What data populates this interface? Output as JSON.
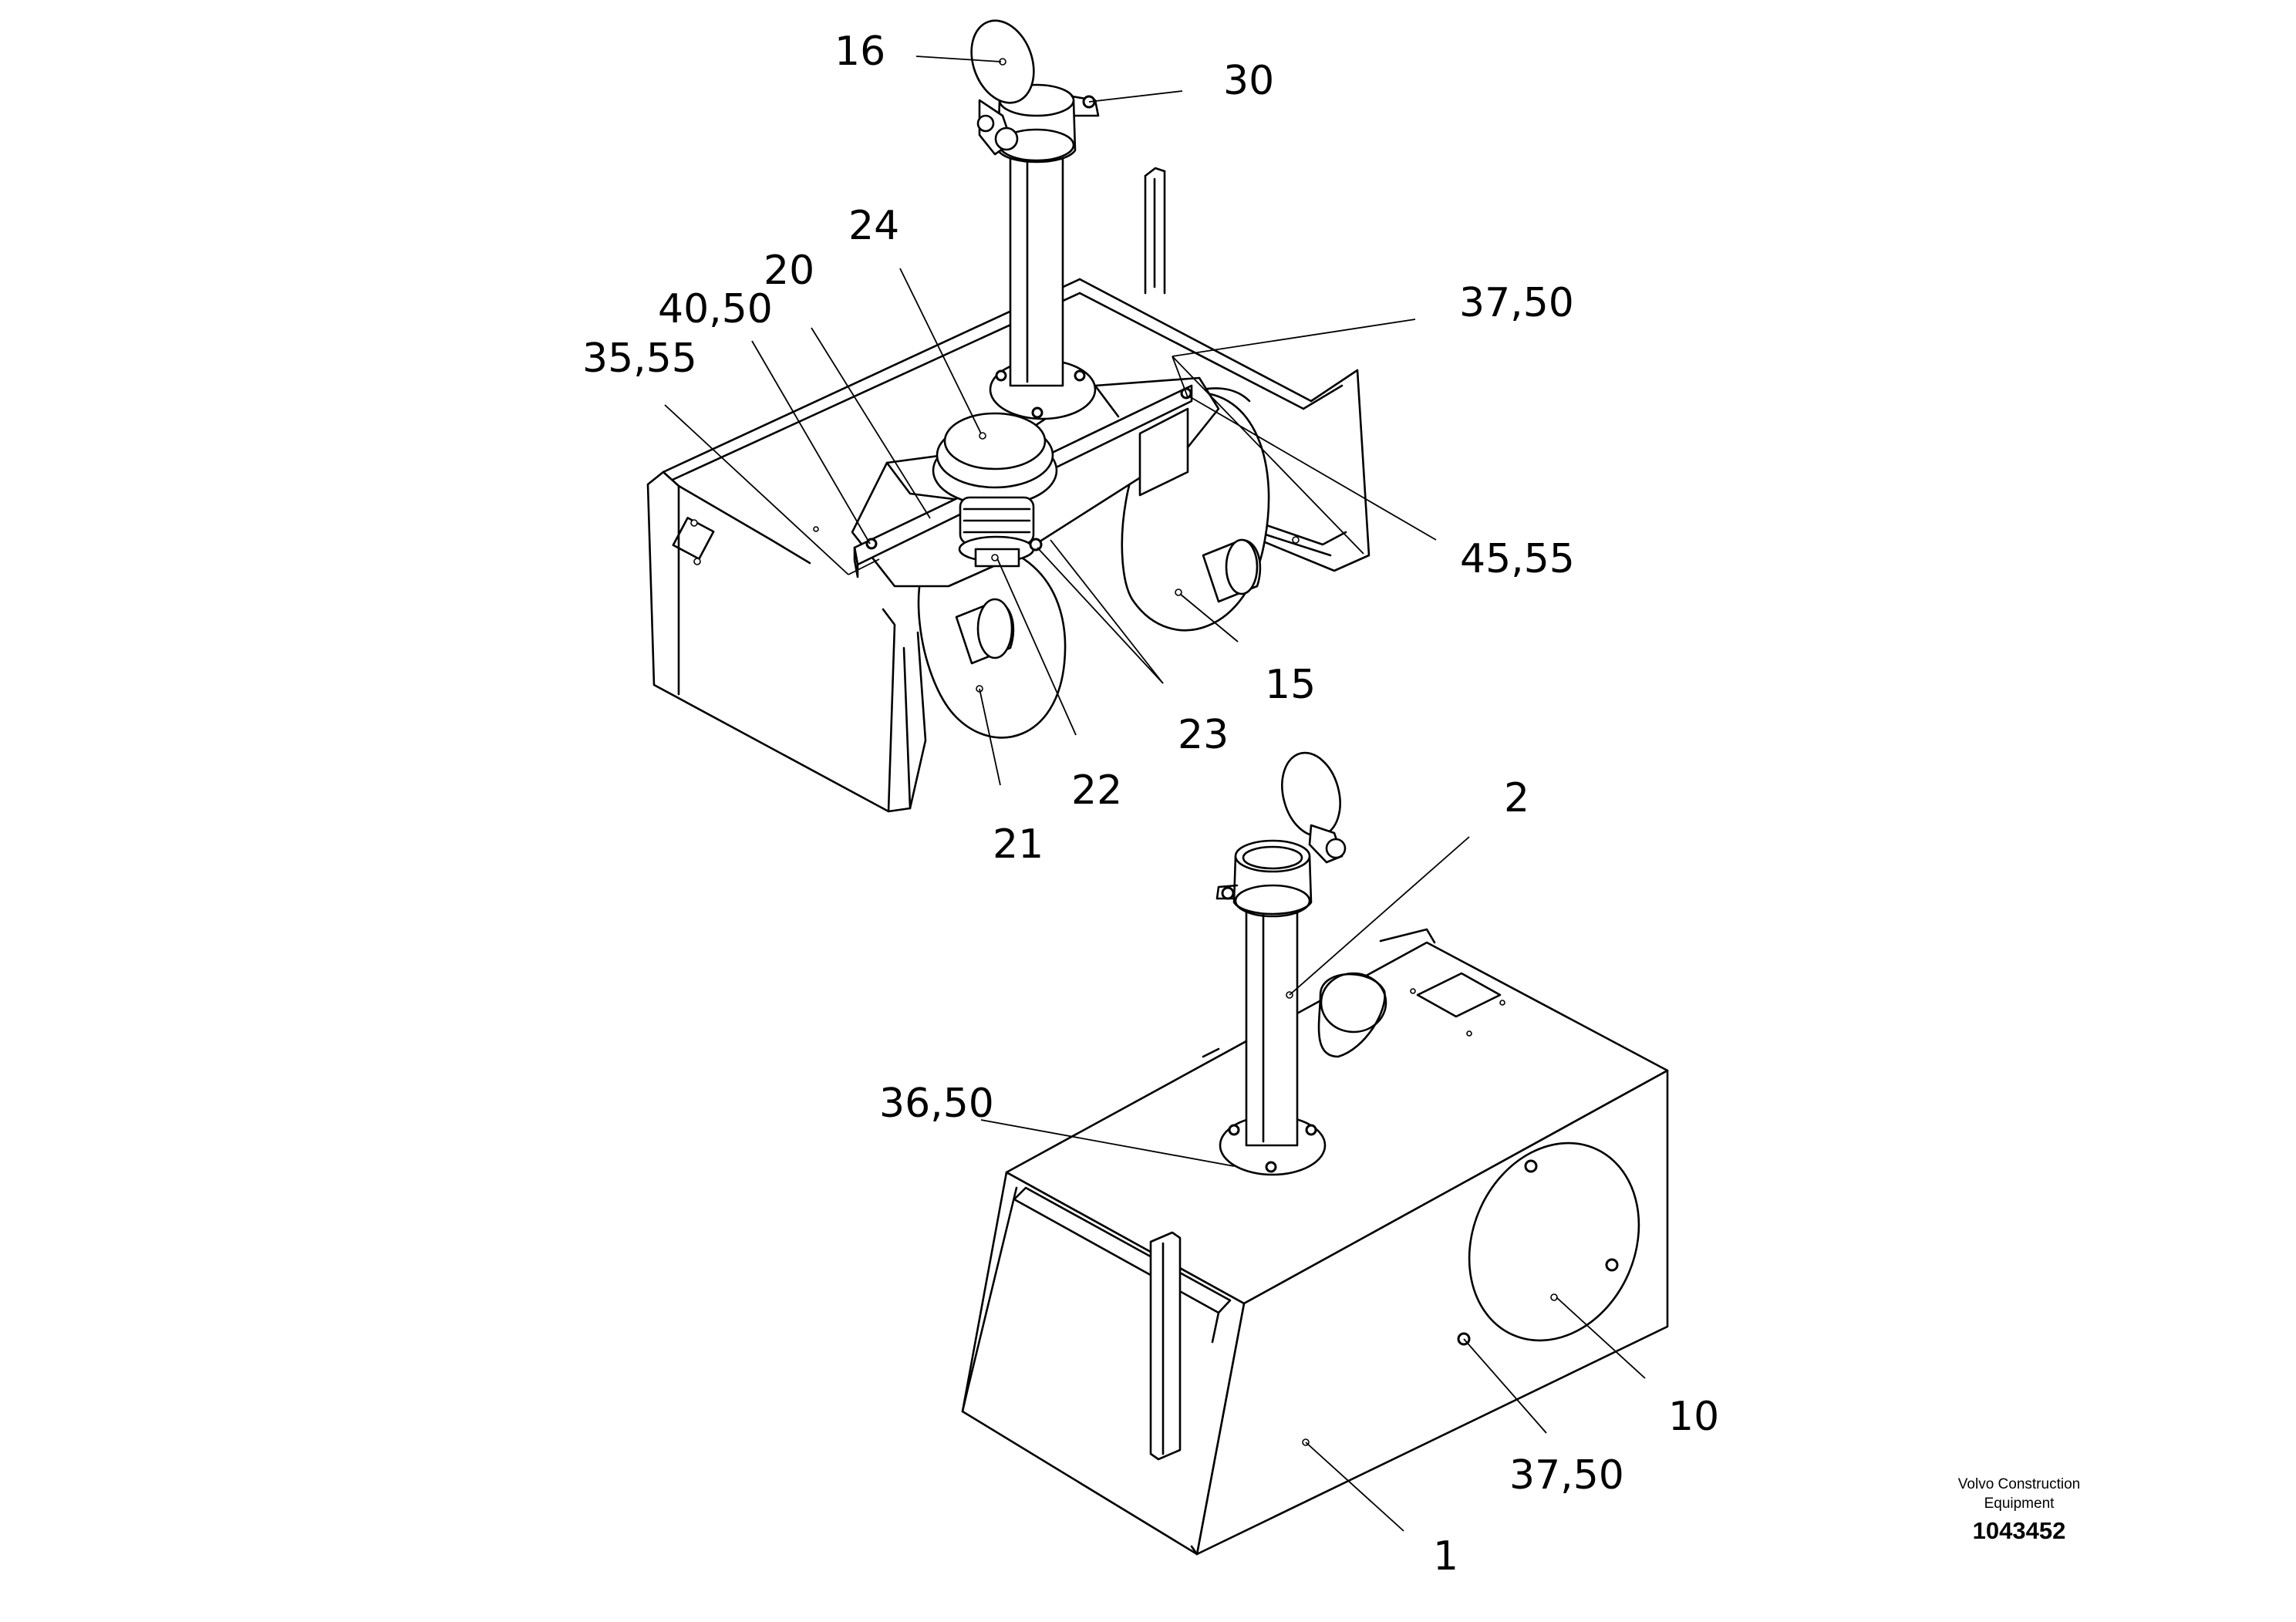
{
  "callouts": {
    "c16": "16",
    "c30": "30",
    "c24": "24",
    "c20": "20",
    "c4050": "40,50",
    "c3555": "35,55",
    "c3750_top": "37,50",
    "c4555": "45,55",
    "c15": "15",
    "c23": "23",
    "c22": "22",
    "c21": "21",
    "c2": "2",
    "c3650": "36,50",
    "c10": "10",
    "c3750_bottom": "37,50",
    "c1": "1"
  },
  "footer": {
    "brand_line1": "Volvo Construction",
    "brand_line2": "Equipment",
    "doc_number": "1043452"
  }
}
